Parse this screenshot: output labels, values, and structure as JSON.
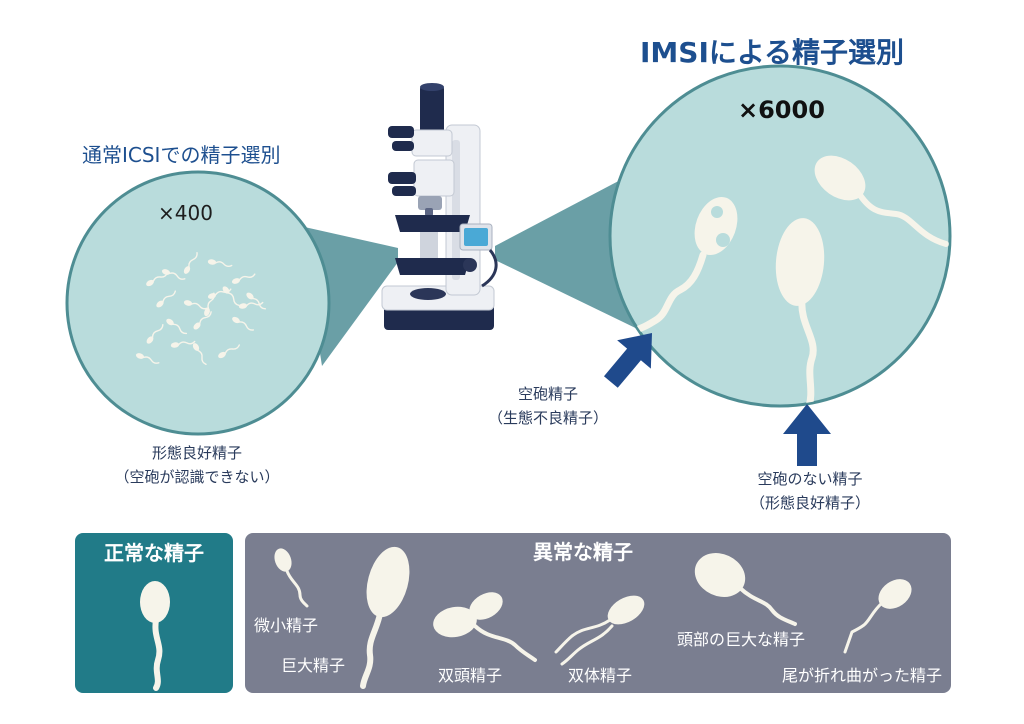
{
  "imsi": {
    "title": "IMSIによる精子選別",
    "magnification": "×6000",
    "vacuole_label": "空砲精子",
    "vacuole_sublabel": "（生態不良精子）",
    "good_label": "空砲のない精子",
    "good_sublabel": "（形態良好精子）"
  },
  "icsi": {
    "title": "通常ICSIでの精子選別",
    "magnification": "×400",
    "caption": "形態良好精子",
    "subcaption": "（空砲が認識できない）"
  },
  "normal_panel": {
    "title": "正常な精子"
  },
  "abnormal_panel": {
    "title": "異常な精子",
    "types": [
      "微小精子",
      "巨大精子",
      "双頭精子",
      "双体精子",
      "頭部の巨大な精子",
      "尾が折れ曲がった精子"
    ]
  },
  "colors": {
    "title_blue": "#1d4f8f",
    "caption": "#2a3b5c",
    "circle_fill": "#b9dcdc",
    "circle_stroke": "#4e8d93",
    "beam": "#6a9fa6",
    "arrow": "#1f4a8c",
    "normal_panel": "#217b88",
    "abnormal_panel": "#7a7e90",
    "sperm": "#f6f4ea"
  },
  "icons": {
    "microscope": "microscope-icon"
  }
}
